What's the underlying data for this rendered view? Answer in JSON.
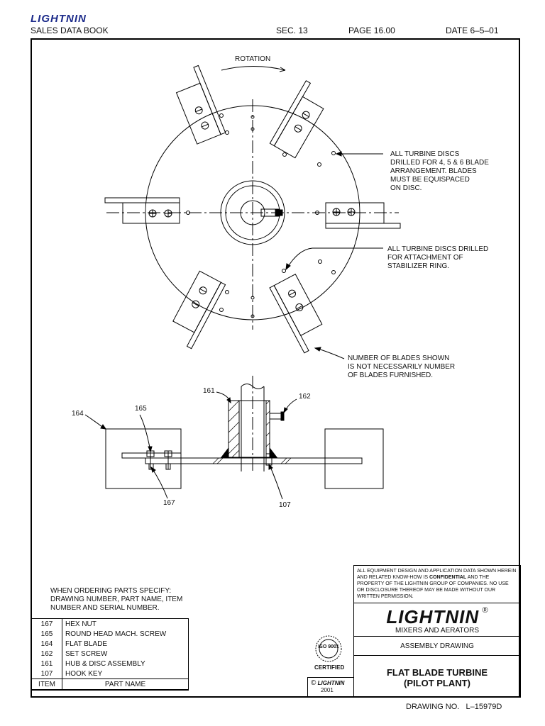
{
  "header": {
    "logo": "LIGHTNIN",
    "book": "SALES DATA BOOK",
    "sec": "SEC. 13",
    "page": "PAGE  16.00",
    "date": "DATE  6–5–01"
  },
  "drawing": {
    "rotation_label": "ROTATION",
    "note_discs_drilled": "ALL TURBINE DISCS\nDRILLED FOR 4, 5 & 6 BLADE\nARRANGEMENT. BLADES\nMUST BE EQUISPACED\nON DISC.",
    "note_stabilizer": "ALL TURBINE DISCS DRILLED\nFOR ATTACHMENT OF\nSTABILIZER RING.",
    "note_blades": "NUMBER OF BLADES SHOWN\nIS NOT NECESSARILY NUMBER\nOF BLADES FURNISHED.",
    "callouts": {
      "c161": "161",
      "c162": "162",
      "c164": "164",
      "c165": "165",
      "c167": "167",
      "c107": "107"
    }
  },
  "ordering_note": "WHEN ORDERING PARTS SPECIFY:\nDRAWING NUMBER, PART NAME, ITEM\nNUMBER AND SERIAL NUMBER.",
  "parts_list": {
    "rows": [
      {
        "item": "167",
        "name": "HEX NUT"
      },
      {
        "item": "165",
        "name": "ROUND HEAD MACH. SCREW"
      },
      {
        "item": "164",
        "name": "FLAT BLADE"
      },
      {
        "item": "162",
        "name": "SET SCREW"
      },
      {
        "item": "161",
        "name": "HUB & DISC ASSEMBLY"
      },
      {
        "item": "107",
        "name": "HOOK KEY"
      }
    ],
    "header_item": "ITEM",
    "header_name": "PART NAME"
  },
  "title_block": {
    "confidential_pre": "ALL EQUIPMENT DESIGN  AND APPLICATION  DATA SHOWN HEREIN AND RELATED KNOW-HOW IS ",
    "confidential_bold": "CONFIDENTIAL",
    "confidential_post": " AND THE PROPERTY OF THE LIGHTNIN  GROUP OF COMPANIES. NO USE OR DISCLOSURE THEREOF MAY BE MADE WITHOUT OUR WRITTEN  PERMISSION.",
    "logo": "LIGHTNIN",
    "registered": "®",
    "tagline": "MIXERS AND AERATORS",
    "drawing_type": "ASSEMBLY DRAWING",
    "title_line1": "FLAT BLADE TURBINE",
    "title_line2": "(PILOT PLANT)",
    "iso_text": "ISO 9001",
    "certified": "CERTIFIED",
    "copyright_symbol": "©",
    "copyright_name": "LIGHTNIN",
    "copyright_year": "2001"
  },
  "footer": {
    "drawing_no": "DRAWING NO.   L–15979D"
  }
}
